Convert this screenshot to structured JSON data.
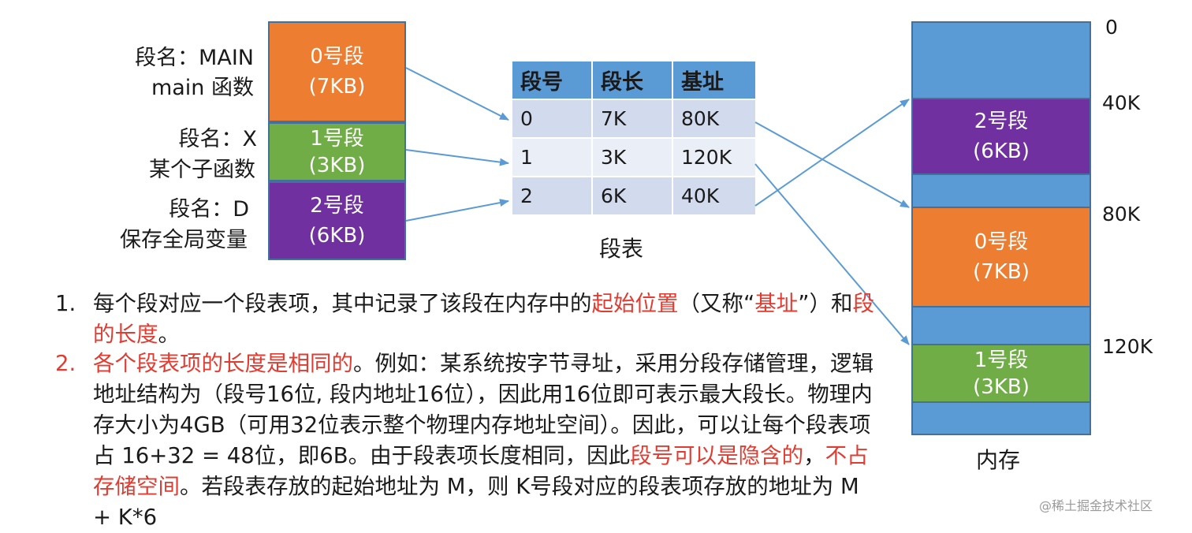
{
  "labels": {
    "seg0_name": "段名：MAIN",
    "seg0_desc": "main 函数",
    "seg1_name": "段名：X",
    "seg1_desc": "某个子函数",
    "seg2_name": "段名：D",
    "seg2_desc": "保存全局变量"
  },
  "logical_segments": [
    {
      "title": "0号段",
      "size": "(7KB)",
      "color": "#ed7d31"
    },
    {
      "title": "1号段",
      "size": "(3KB)",
      "color": "#70ad47"
    },
    {
      "title": "2号段",
      "size": "(6KB)",
      "color": "#7030a0"
    }
  ],
  "segment_table": {
    "headers": [
      "段号",
      "段长",
      "基址"
    ],
    "rows": [
      [
        "0",
        "7K",
        "80K"
      ],
      [
        "1",
        "3K",
        "120K"
      ],
      [
        "2",
        "6K",
        "40K"
      ]
    ],
    "caption": "段表"
  },
  "memory": {
    "caption": "内存",
    "addresses": [
      "0",
      "40K",
      "80K",
      "120K"
    ],
    "blocks": [
      {
        "title": "2号段",
        "size": "(6KB)"
      },
      {
        "title": "0号段",
        "size": "(7KB)"
      },
      {
        "title": "1号段",
        "size": "(3KB)"
      }
    ]
  },
  "text": {
    "p1_num": "1.",
    "p1_a": "每个段对应一个段表项，其中记录了该段在内存中的",
    "p1_red1": "起始位置",
    "p1_b": "（又称“",
    "p1_red2": "基址",
    "p1_c": "”）和",
    "p1_red3": "段的长度",
    "p1_d": "。",
    "p2_num": "2.",
    "p2_red1": "各个段表项的长度是相同的",
    "p2_a": "。例如：某系统按字节寻址，采用分段存储管理，逻辑地址结构为（段号16位, 段内地址16位），因此用16位即可表示最大段长。物理内存大小为4GB（可用32位表示整个物理内存地址空间）。因此，可以让每个段表项占 16+32 = 48位，即6B。由于段表项长度相同，因此",
    "p2_red2": "段号可以是隐含的",
    "p2_b": "，",
    "p2_red3": "不占存储空间",
    "p2_c": "。若段表存放的起始地址为 M，则 K号段对应的段表项存放的地址为 M + K*6"
  },
  "watermark": "@稀土掘金技术社区",
  "colors": {
    "arrow": "#5b9bd5",
    "red_text": "#e03c31",
    "memory_bg": "#5b9bd5"
  }
}
